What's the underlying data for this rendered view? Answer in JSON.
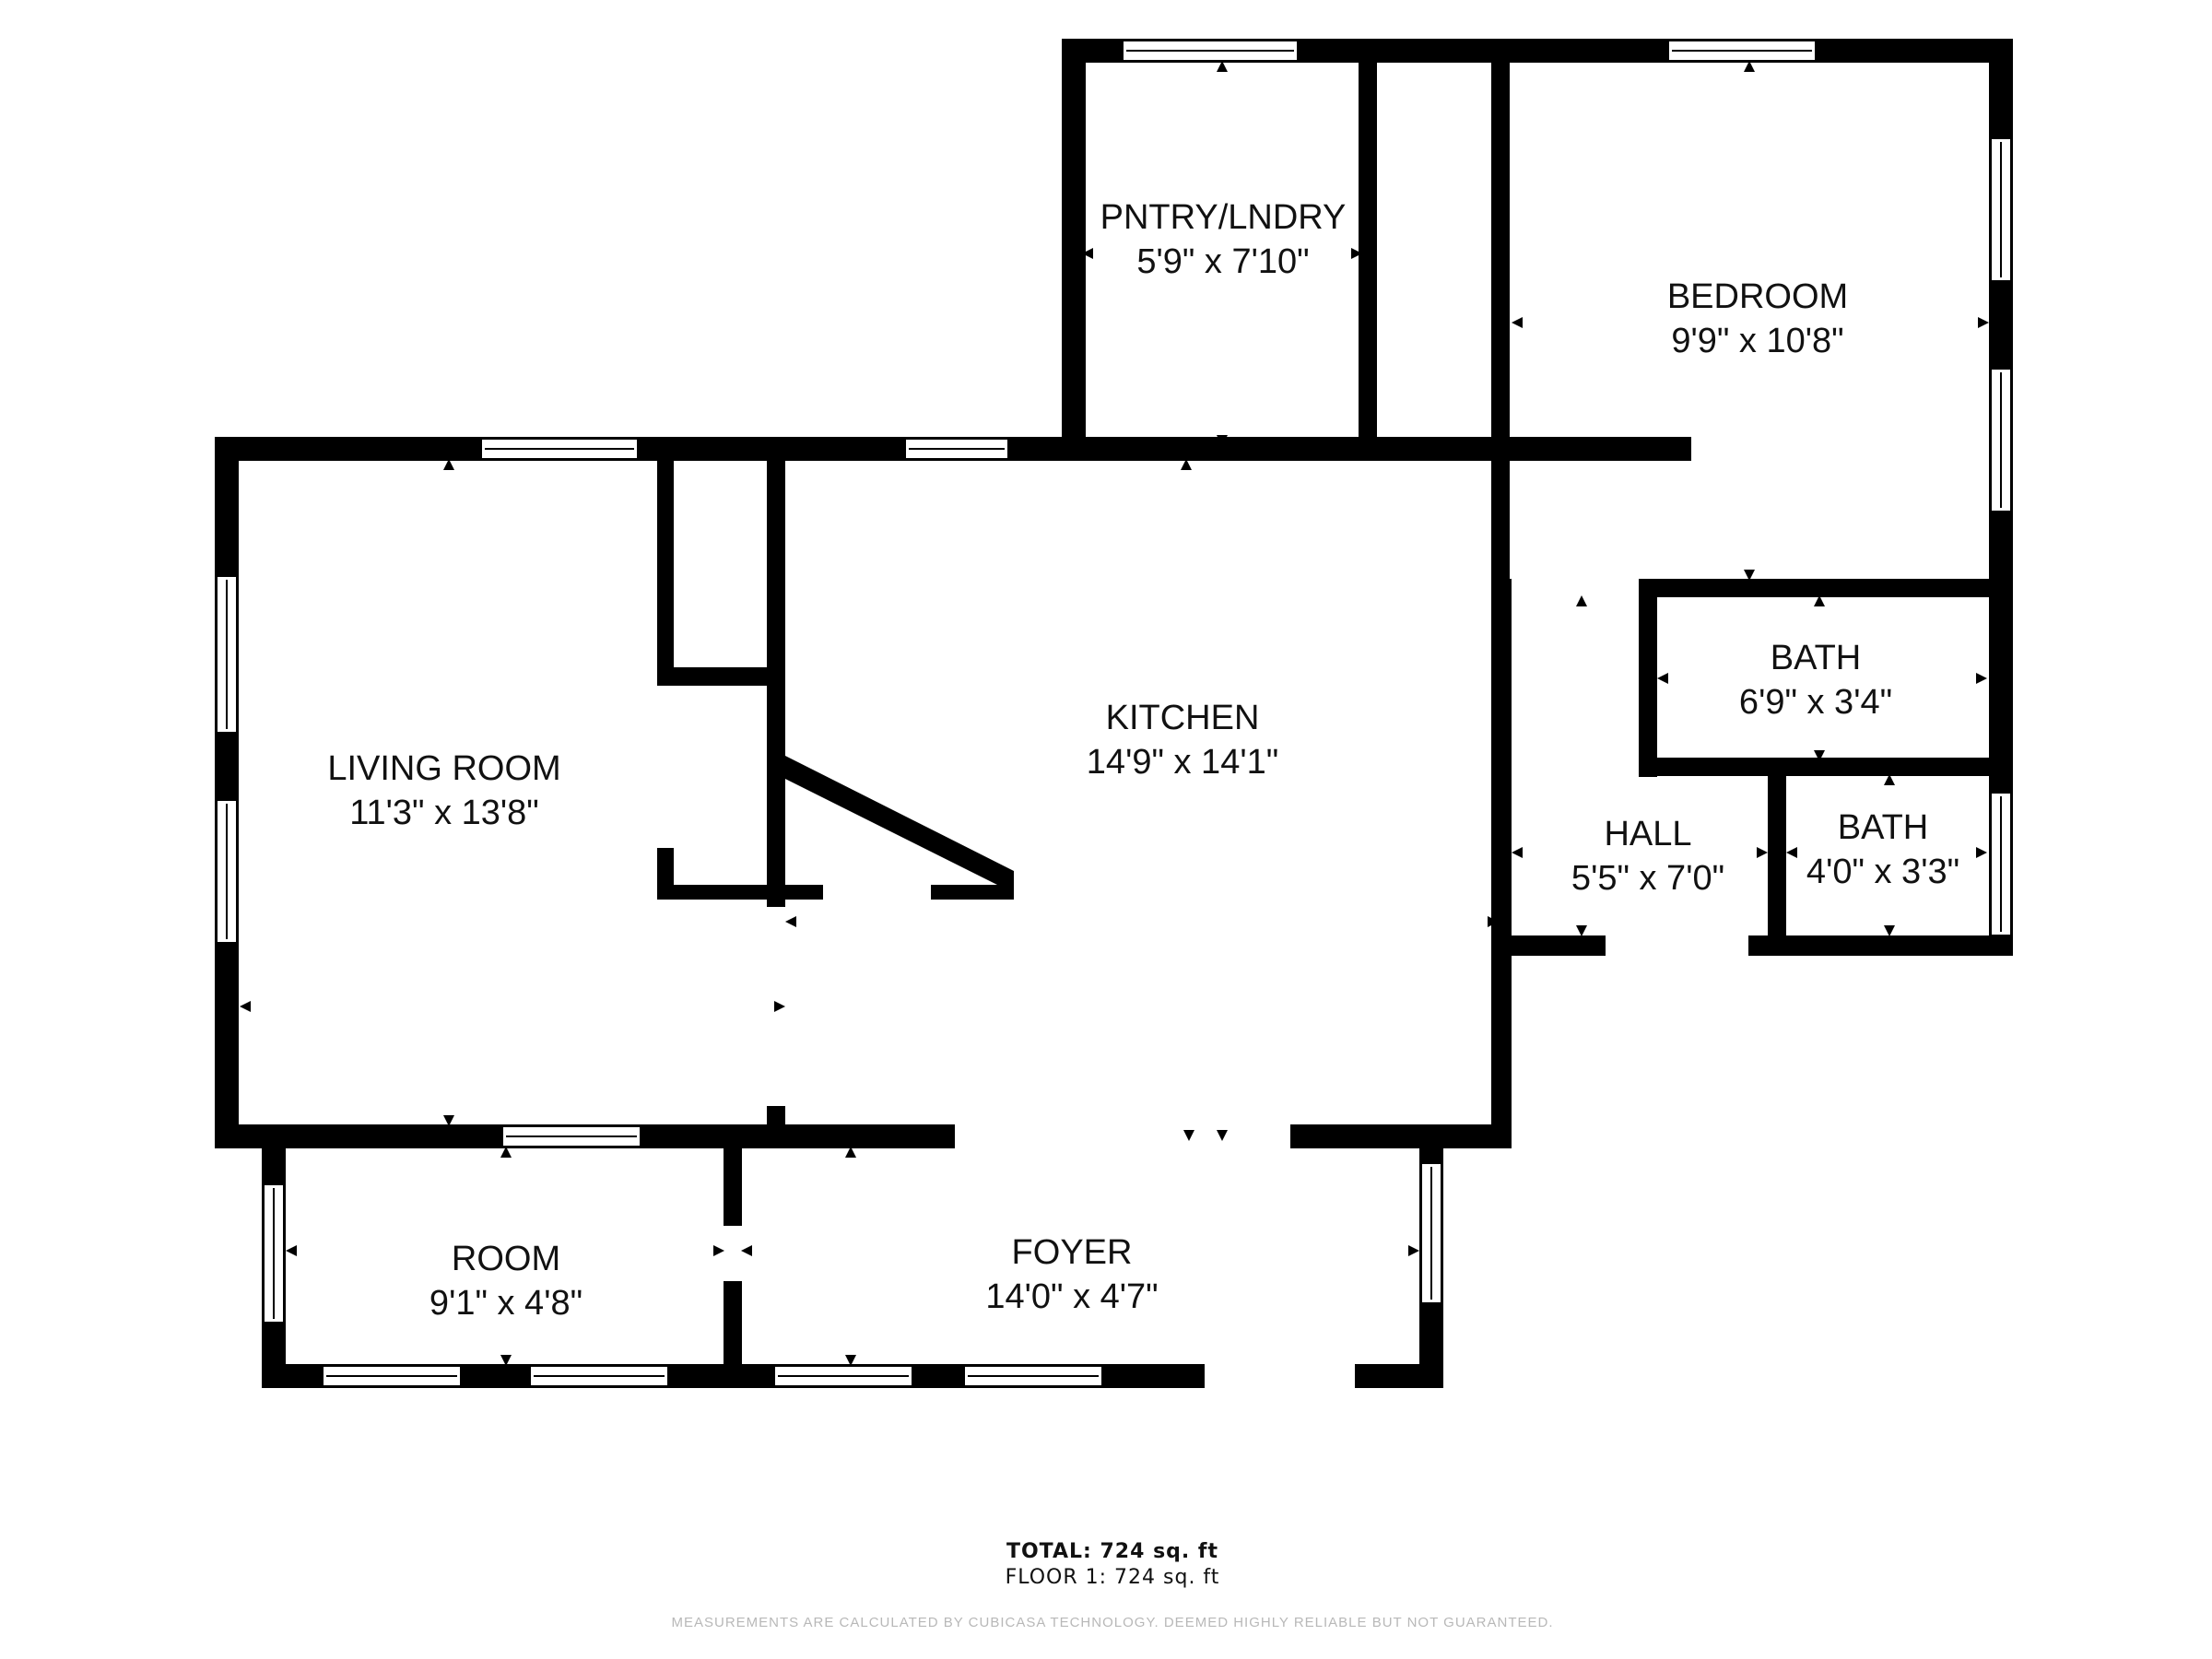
{
  "rooms": {
    "pantry": {
      "name": "PNTRY/LNDRY",
      "dims": "5'9\" x 7'10\""
    },
    "bedroom": {
      "name": "BEDROOM",
      "dims": "9'9\" x 10'8\""
    },
    "kitchen": {
      "name": "KITCHEN",
      "dims": "14'9\" x 14'1\""
    },
    "living": {
      "name": "LIVING ROOM",
      "dims": "11'3\" x 13'8\""
    },
    "bath1": {
      "name": "BATH",
      "dims": "6'9\" x 3'4\""
    },
    "bath2": {
      "name": "BATH",
      "dims": "4'0\" x 3'3\""
    },
    "hall": {
      "name": "HALL",
      "dims": "5'5\" x 7'0\""
    },
    "room": {
      "name": "ROOM",
      "dims": "9'1\" x 4'8\""
    },
    "foyer": {
      "name": "FOYER",
      "dims": "14'0\" x 4'7\""
    }
  },
  "totals": {
    "total": "TOTAL: 724 sq. ft",
    "floor1": "FLOOR 1: 724 sq. ft"
  },
  "disclaimer": "MEASUREMENTS ARE CALCULATED BY CUBICASA TECHNOLOGY. DEEMED HIGHLY RELIABLE BUT NOT GUARANTEED.",
  "colors": {
    "wall": "#000000",
    "window": "#ffffff",
    "text": "#111111",
    "disclaimer": "#b8b8b8"
  }
}
